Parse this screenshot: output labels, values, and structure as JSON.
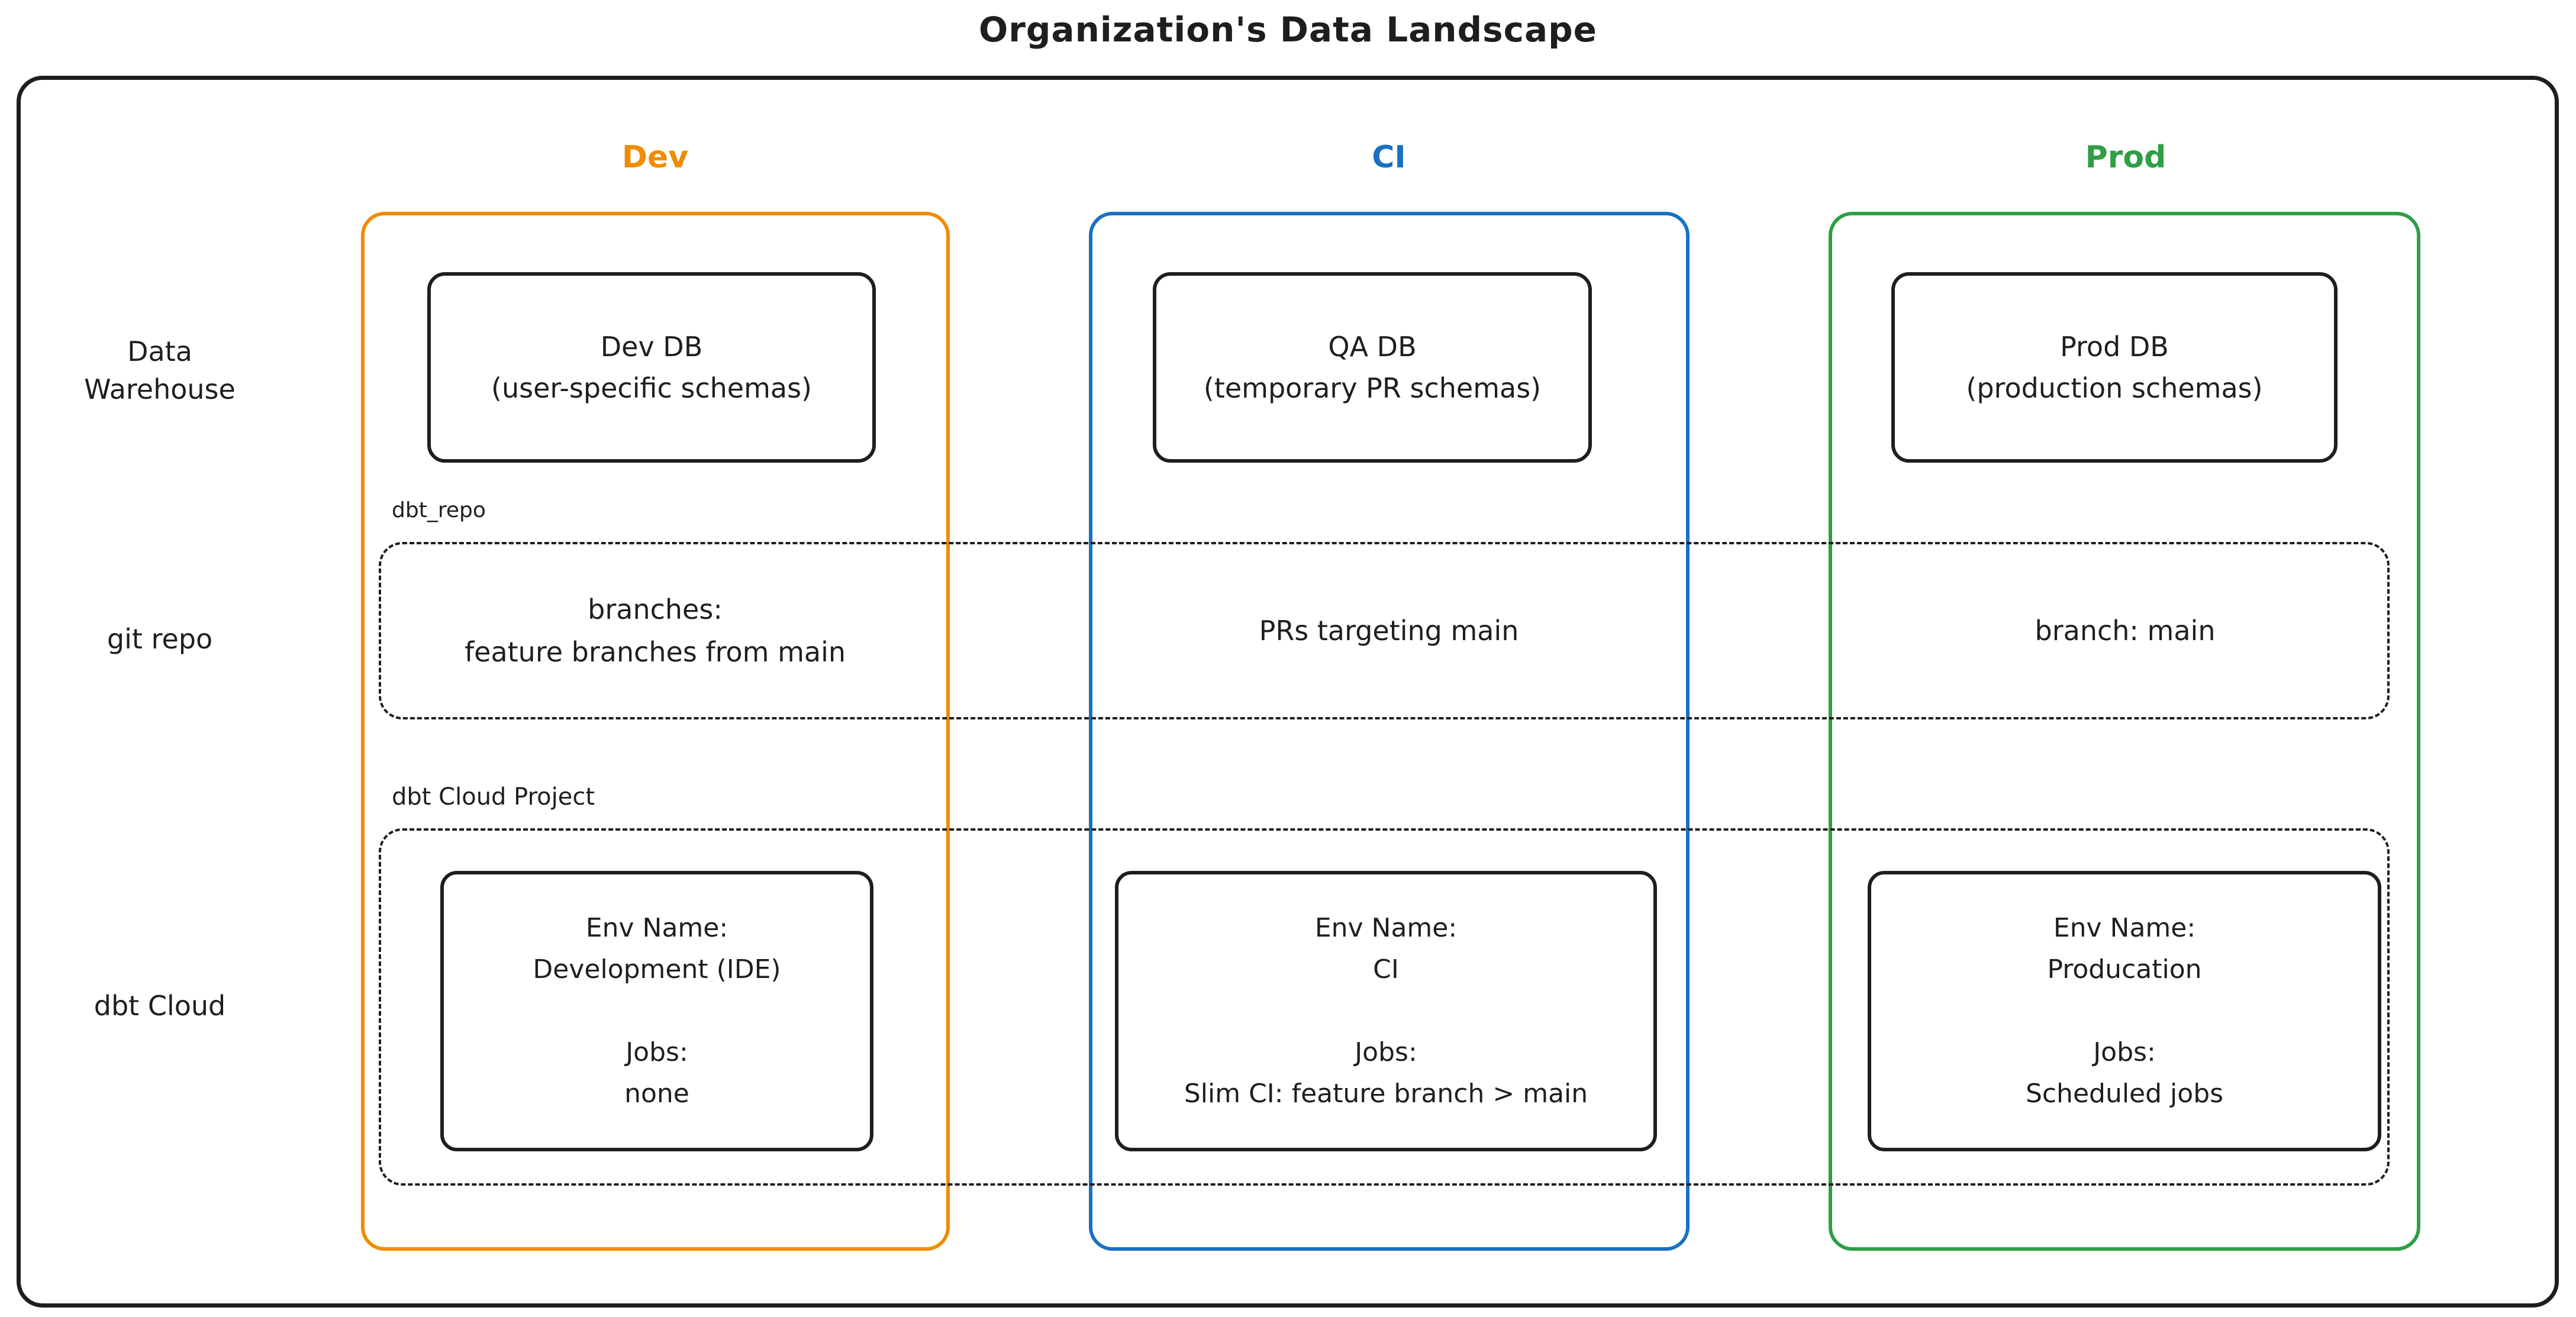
{
  "title": "Organization's Data Landscape",
  "colors": {
    "ink": "#1e1e1e",
    "dev": "#f08c00",
    "ci": "#1971c2",
    "prod": "#2f9e44"
  },
  "columns": [
    {
      "id": "dev",
      "label": "Dev"
    },
    {
      "id": "ci",
      "label": "CI"
    },
    {
      "id": "prod",
      "label": "Prod"
    }
  ],
  "rows": [
    {
      "id": "warehouse",
      "label": "Data\nWarehouse"
    },
    {
      "id": "git",
      "label": "git repo"
    },
    {
      "id": "dbt",
      "label": "dbt Cloud"
    }
  ],
  "warehouse": {
    "dev": "Dev DB\n(user-specific schemas)",
    "ci": "QA DB\n(temporary PR schemas)",
    "prod": "Prod DB\n(production schemas)"
  },
  "git_band": {
    "label": "dbt_repo",
    "dev": "branches:\nfeature branches from main",
    "ci": "PRs targeting main",
    "prod": "branch: main"
  },
  "cloud_band": {
    "label": "dbt Cloud Project",
    "dev": "Env Name:\nDevelopment (IDE)\n\nJobs:\nnone",
    "ci": "Env Name:\nCI\n\nJobs:\nSlim CI: feature branch > main",
    "prod": "Env Name:\nProducation\n\nJobs:\nScheduled jobs"
  }
}
